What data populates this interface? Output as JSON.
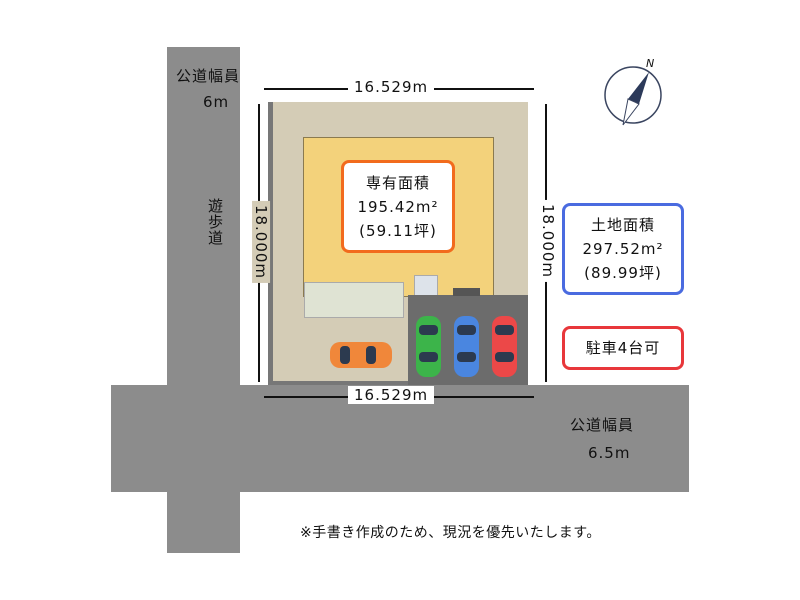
{
  "roads": {
    "west": {
      "label": "公道幅員",
      "width": "6m"
    },
    "promenade": "遊歩道",
    "south": {
      "label": "公道幅員",
      "width": "6.5m"
    }
  },
  "dimensions": {
    "top": "16.529m",
    "bottom": "16.529m",
    "left": "18.000m",
    "right": "18.000m"
  },
  "private_area": {
    "title": "専有面積",
    "sqm": "195.42m²",
    "tsubo": "(59.11坪)"
  },
  "land_area": {
    "title": "土地面積",
    "sqm": "297.52m²",
    "tsubo": "(89.99坪)"
  },
  "parking": {
    "label": "駐車4台可"
  },
  "compass": {
    "north": "N"
  },
  "note": "※手書き作成のため、現況を優先いたします。",
  "colors": {
    "road": "#8c8c8c",
    "lot": "#d4ccb6",
    "house": "#f3d27b",
    "parking": "#6c6c6c",
    "orange": "#f26b1d",
    "blue": "#4a6be0",
    "red": "#e8373b"
  }
}
